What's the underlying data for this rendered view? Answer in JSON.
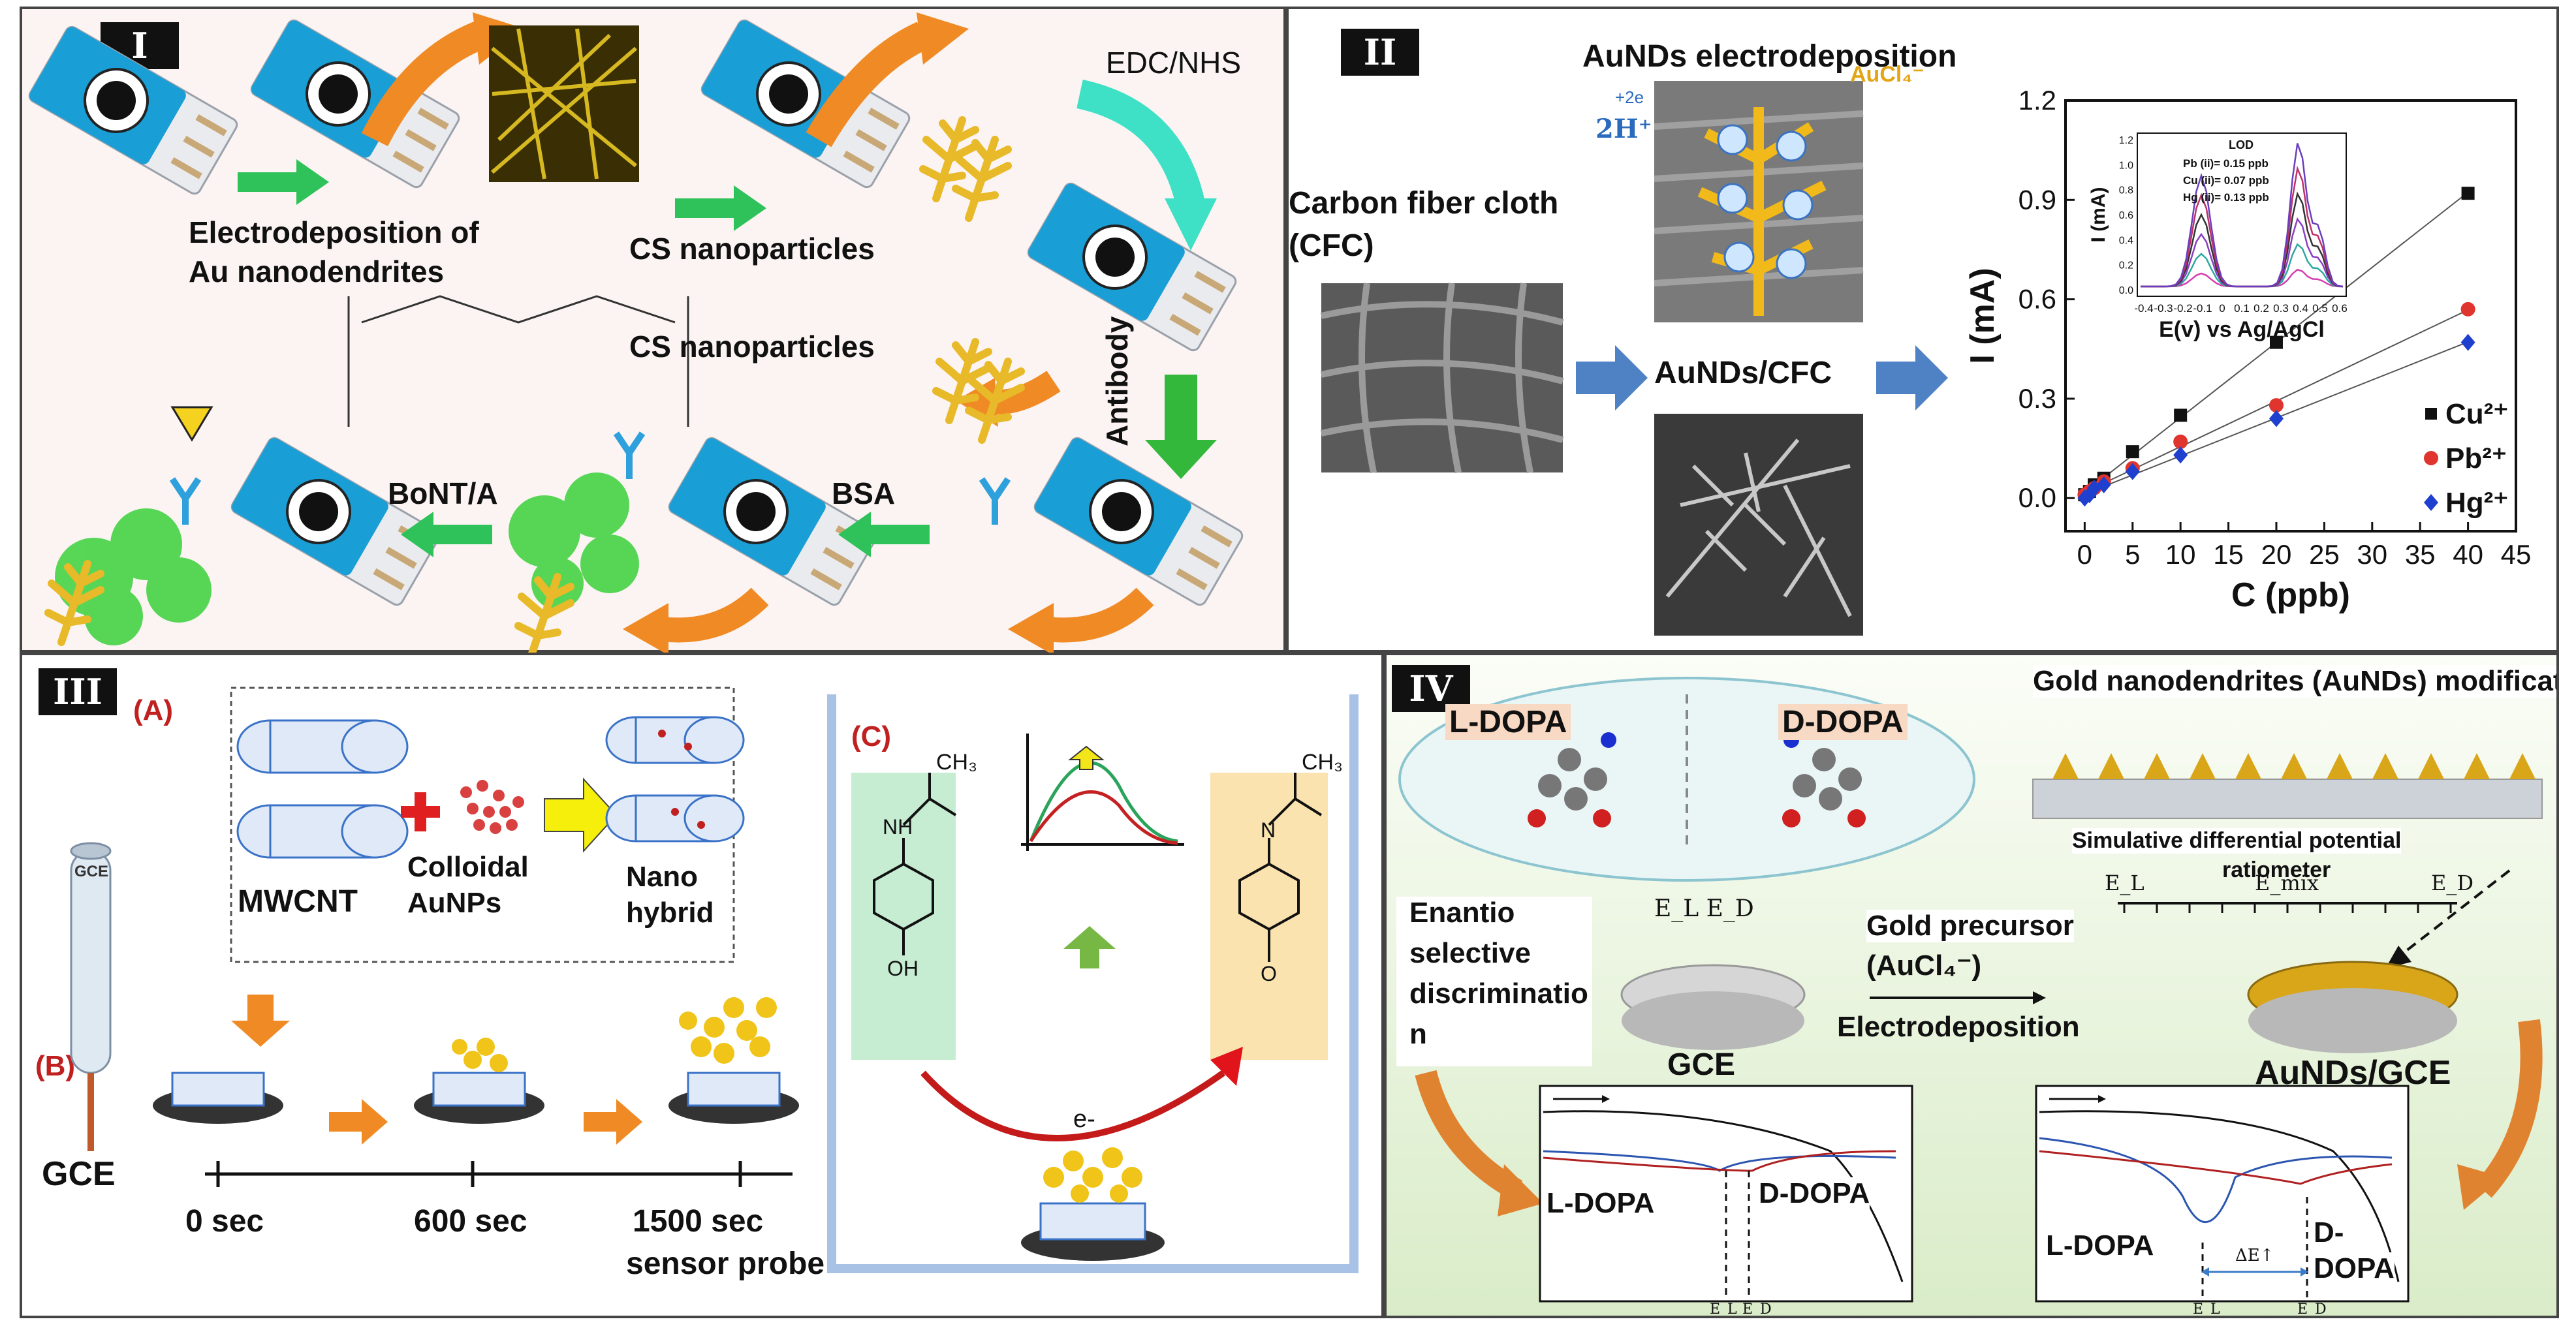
{
  "panel1": {
    "badge": "I",
    "electrodeposition_line1": "Electrodeposition of",
    "electrodeposition_line2": "Au nanodendrites",
    "cs_nano_a": "CS nanoparticles",
    "cs_nano_b": "CS nanoparticles",
    "edc": "EDC/NHS",
    "antibody": "Antibody",
    "bsa": "BSA",
    "bont": "BoNT/A"
  },
  "panel2": {
    "badge": "II",
    "title": "AuNDs electrodeposition",
    "cfc_line1": "Carbon fiber cloth",
    "cfc_line2": "(CFC)",
    "aunds_cfc": "AuNDs/CFC",
    "auc_label": "AuCl₄⁻",
    "h2_label": "2H⁺",
    "plus2e": "+2e"
  },
  "panel3": {
    "badge": "III",
    "label_a": "(A)",
    "label_b": "(B)",
    "label_c": "(C)",
    "mwcnt": "MWCNT",
    "colloidal_line1": "Colloidal",
    "colloidal_line2": "AuNPs",
    "nano_line1": "Nano",
    "nano_line2": "hybrid",
    "gce": "GCE",
    "gce_tip": "GCE",
    "t0": "0 sec",
    "t600": "600 sec",
    "t1500": "1500 sec",
    "sensor_probe": "sensor probe",
    "electron": "e-",
    "ch3_left": "CH₃",
    "ch3_right": "CH₃",
    "nh": "NH",
    "oh": "OH",
    "n": "N",
    "o_left": "O",
    "o_right": "O"
  },
  "panel4": {
    "badge": "IV",
    "l_dopa": "L-DOPA",
    "d_dopa": "D-DOPA",
    "title": "Gold nanodendrites (AuNDs) modifications",
    "sdpr_line1": "Simulative differential potential",
    "sdpr_line2": "ratiometer",
    "e_l": "E_L",
    "e_mix": "E_mix",
    "e_d": "E_D",
    "enantio": [
      "Enantio",
      "selective",
      "discriminatio",
      "n"
    ],
    "el_ed": "E_L E_D",
    "gold_precursor_line1": "Gold precursor",
    "gold_precursor_line2": "(AuCl₄⁻)",
    "electrodeposition": "Electrodeposition",
    "gce": "GCE",
    "aunds_gce": "AuNDs/GCE",
    "cv1_l": "L-DOPA",
    "cv1_d": "D-DOPA",
    "cv1_el": "E_L",
    "cv1_ed": "E_D",
    "cv2_l": "L-DOPA",
    "cv2_d_line1": "D-",
    "cv2_d_line2": "DOPA",
    "cv2_delta": "ΔE↑",
    "cv2_el": "E_L",
    "cv2_ed": "E_D"
  },
  "chart_data": {
    "type": "scatter",
    "xlabel": "C (ppb)",
    "ylabel": "I (mA)",
    "xlim": [
      -2,
      45
    ],
    "ylim": [
      -0.1,
      1.2
    ],
    "xticks": [
      0,
      5,
      10,
      15,
      20,
      25,
      30,
      35,
      40,
      45
    ],
    "yticks": [
      0.0,
      0.3,
      0.6,
      0.9,
      1.2
    ],
    "series": [
      {
        "name": "Cu²⁺",
        "color": "#111111",
        "marker": "square",
        "x": [
          0,
          0.5,
          1,
          2,
          5,
          10,
          20,
          40
        ],
        "y": [
          0.01,
          0.02,
          0.04,
          0.06,
          0.14,
          0.25,
          0.47,
          0.92
        ]
      },
      {
        "name": "Pb²⁺",
        "color": "#e0342e",
        "marker": "circle",
        "x": [
          0,
          0.5,
          1,
          2,
          5,
          10,
          20,
          40
        ],
        "y": [
          0.01,
          0.02,
          0.03,
          0.05,
          0.09,
          0.17,
          0.28,
          0.57
        ]
      },
      {
        "name": "Hg²⁺",
        "color": "#1f3fcf",
        "marker": "diamond",
        "x": [
          0,
          0.5,
          1,
          2,
          5,
          10,
          20,
          40
        ],
        "y": [
          0.0,
          0.01,
          0.03,
          0.04,
          0.08,
          0.13,
          0.24,
          0.47
        ]
      }
    ],
    "legend": "right",
    "inset": {
      "title": "LOD",
      "xlabel": "E(v) vs Ag/AgCl",
      "ylabel": "I (mA)",
      "xticks": [
        -0.4,
        -0.3,
        -0.2,
        -0.1,
        0.0,
        0.1,
        0.2,
        0.3,
        0.4,
        0.5,
        0.6
      ],
      "yticks": [
        0.0,
        0.2,
        0.4,
        0.6,
        0.8,
        1.0,
        1.2
      ],
      "lod": [
        "Pb (ii)= 0.15 ppb",
        "Cu (ii)= 0.07 ppb",
        "Hg (ii)= 0.13 ppb"
      ]
    }
  }
}
